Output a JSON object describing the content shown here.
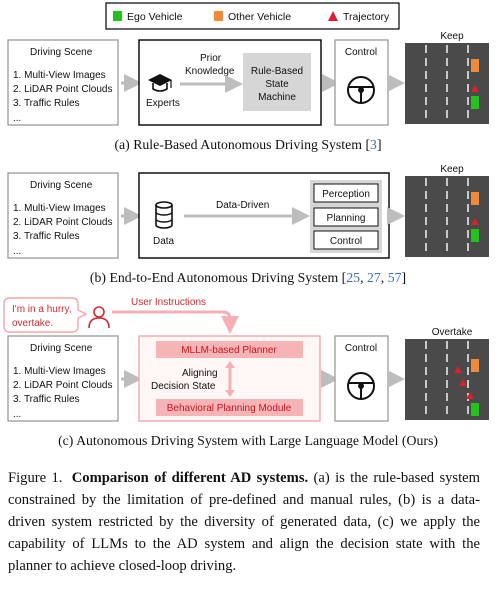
{
  "legend": {
    "ego": "Ego Vehicle",
    "other": "Other Vehicle",
    "traj": "Trajectory",
    "colors": {
      "ego": "#22c41c",
      "other": "#ee8a3a",
      "traj": "#dd1f2c"
    }
  },
  "inputs": {
    "title": "Driving Scene",
    "items": [
      "1. Multi-View Images",
      "2. LiDAR Point Clouds",
      "3. Traffic Rules",
      "..."
    ]
  },
  "rows": {
    "a": {
      "experts": "Experts",
      "arrow_text": [
        "Prior",
        "Knowledge"
      ],
      "machine": [
        "Rule-Based",
        "State",
        "Machine"
      ],
      "control_title": "Control",
      "out_label": "Keep",
      "caption": "(a) Rule-Based Autonomous Driving System [",
      "refs": [
        "3"
      ],
      "caption_end": "]"
    },
    "b": {
      "data_label": "Data",
      "arrow_text": "Data-Driven",
      "modules": [
        "Perception",
        "Planning",
        "Control"
      ],
      "out_label": "Keep",
      "caption": "(b) End-to-End Autonomous Driving System [",
      "refs": [
        "25",
        "27",
        "57"
      ],
      "caption_end": "]"
    },
    "c": {
      "bubble": [
        "I'm in a hurry,",
        "overtake."
      ],
      "user_instructions": "User Instructions",
      "planner": "MLLM-based Planner",
      "align": [
        "Aligning",
        "Decision State"
      ],
      "behavior": "Behavioral Planning Module",
      "control_title": "Control",
      "out_label": "Overtake",
      "caption": "(c) Autonomous Driving System with Large Language Model (Ours)"
    }
  },
  "figure_caption": {
    "label": "Figure 1.",
    "title": "Comparison of different AD systems.",
    "text": "(a) is the rule-based system constrained by the limitation of pre-defined and manual rules, (b) is a data-driven system restricted by the diversity of generated data, (c) we apply the capability of LLMs to the AD system and align the decision state with the planner to achieve closed-loop driving."
  }
}
